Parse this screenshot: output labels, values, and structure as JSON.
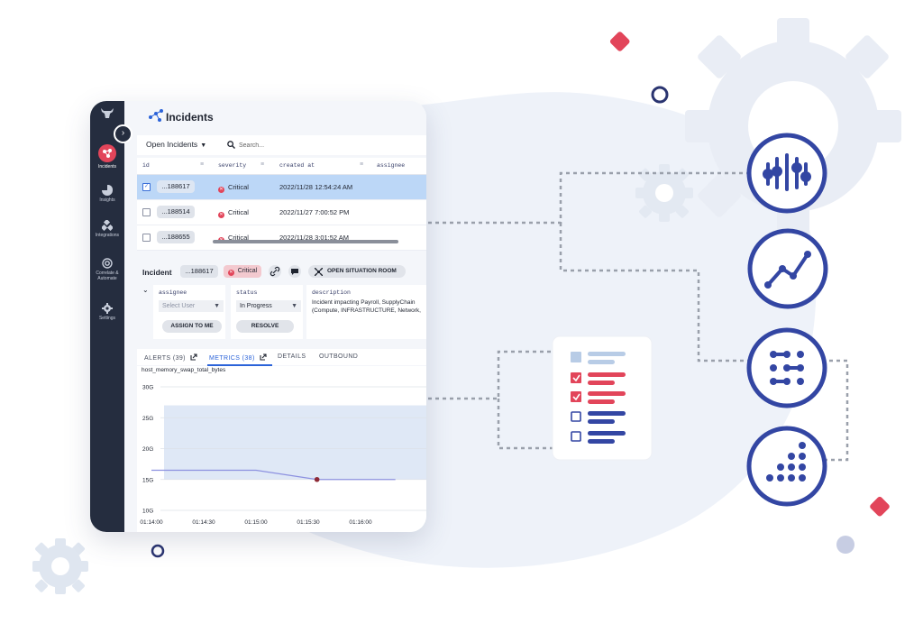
{
  "brand": {
    "accent": "#e2455a",
    "primary": "#3346a3",
    "link": "#2b63d9"
  },
  "sidebar": {
    "items": [
      {
        "label": "Incidents",
        "icon": "incidents-icon",
        "active": true
      },
      {
        "label": "Insights",
        "icon": "pie-chart-icon"
      },
      {
        "label": "Integrations",
        "icon": "integrations-icon"
      },
      {
        "label": "Correlate &",
        "label2": "Automate",
        "icon": "correlate-icon"
      },
      {
        "label": "Settings",
        "icon": "gear-icon"
      }
    ]
  },
  "header": {
    "title": "Incidents"
  },
  "toolbar": {
    "filter": "Open Incidents",
    "search_placeholder": "Search..."
  },
  "table": {
    "columns": [
      "id",
      "severity",
      "created at",
      "assignee"
    ],
    "rows": [
      {
        "id": "...188617",
        "severity": "Critical",
        "created_at": "2022/11/28 12:54:24 AM",
        "selected": true
      },
      {
        "id": "...188514",
        "severity": "Critical",
        "created_at": "2022/11/27 7:00:52 PM",
        "selected": false
      },
      {
        "id": "...188655",
        "severity": "Critical",
        "created_at": "2022/11/28 3:01:52 AM",
        "selected": false
      }
    ]
  },
  "detail": {
    "title": "Incident",
    "id": "...188617",
    "severity": "Critical",
    "open_room": "OPEN SITUATION ROOM",
    "assignee_label": "assignee",
    "assignee_placeholder": "Select User",
    "assign_btn": "ASSIGN TO ME",
    "status_label": "status",
    "status_value": "In Progress",
    "resolve_btn": "RESOLVE",
    "description_label": "description",
    "description_line1": "Incident impacting Payroll, SupplyChain",
    "description_line2": "(Compute, INFRASTRUCTURE, Network,"
  },
  "tabs": [
    {
      "label": "ALERTS (39)"
    },
    {
      "label": "METRICS (38)",
      "active": true
    },
    {
      "label": "DETAILS"
    },
    {
      "label": "OUTBOUND"
    }
  ],
  "chart_data": {
    "type": "line",
    "title": "host_memory_swap_total_bytes",
    "y_ticks": [
      "30G",
      "25G",
      "20G",
      "15G",
      "10G"
    ],
    "x_ticks": [
      "01:14:00",
      "01:14:30",
      "01:15:00",
      "01:15:30",
      "01:16:00"
    ],
    "ylim": [
      10,
      30
    ],
    "band": [
      15,
      27
    ],
    "series": [
      {
        "x": [
          "01:14:00",
          "01:15:00",
          "01:15:35",
          "01:16:20"
        ],
        "values": [
          16.5,
          16.5,
          15,
          15
        ]
      }
    ],
    "marker": {
      "x": "01:15:35",
      "value": 15
    }
  },
  "workflow": {
    "checklist_colors": [
      "#b8cce6",
      "#e2455a",
      "#e2455a",
      "#3346a3",
      "#3346a3"
    ],
    "icons": [
      "sliders-icon",
      "trend-line-icon",
      "connected-nodes-icon",
      "ascending-dots-icon"
    ]
  }
}
